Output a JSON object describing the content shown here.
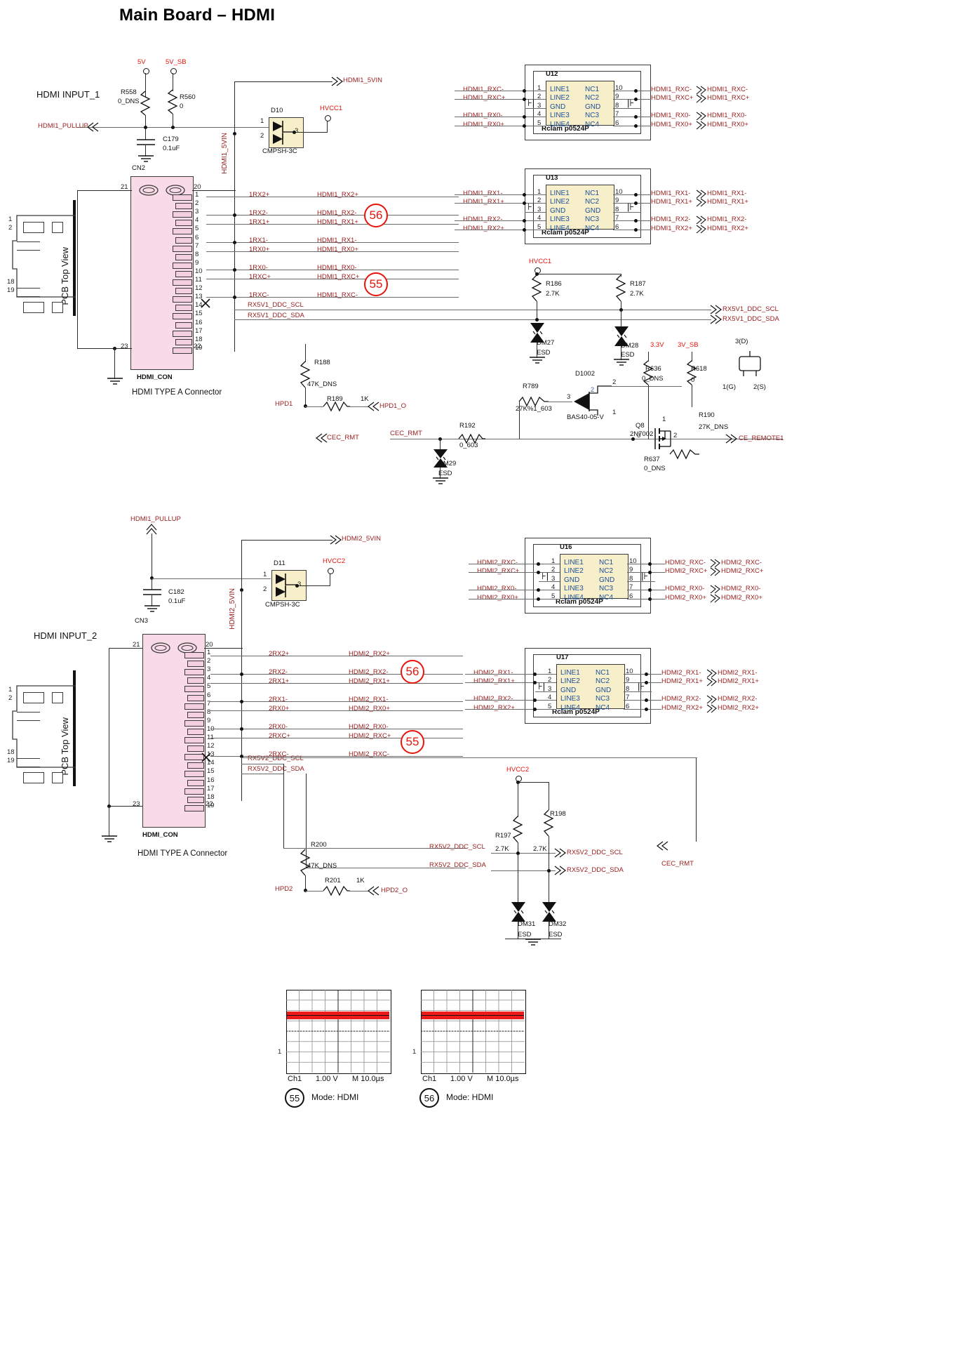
{
  "page": {
    "title": "Main Board – HDMI"
  },
  "sections": [
    {
      "id": "s1",
      "label": "HDMI INPUT_1",
      "connector_ref": "CN2",
      "connector_name": "HDMI_CON",
      "connector_caption": "HDMI TYPE A Connector",
      "pcb_view": "PCB Top View"
    },
    {
      "id": "s2",
      "label": "HDMI INPUT_2",
      "connector_ref": "CN3",
      "connector_name": "HDMI_CON",
      "connector_caption": "HDMI TYPE A Connector",
      "pcb_view": "PCB Top View"
    }
  ],
  "circuit1": {
    "rails": [
      {
        "name": "5V"
      },
      {
        "name": "5V_SB"
      },
      {
        "name": "HVCC1"
      },
      {
        "name": "3.3V"
      },
      {
        "name": "3V_SB"
      }
    ],
    "resistors": [
      {
        "ref": "R558",
        "value": "0_DNS"
      },
      {
        "ref": "R560",
        "value": "0"
      },
      {
        "ref": "R188",
        "value": "47K_DNS"
      },
      {
        "ref": "R189",
        "value": "1K"
      },
      {
        "ref": "R186",
        "value": "2.7K"
      },
      {
        "ref": "R187",
        "value": "2.7K"
      },
      {
        "ref": "R789",
        "value": "27K%1_603"
      },
      {
        "ref": "R192",
        "value": "0_603"
      },
      {
        "ref": "R636",
        "value": "0_DNS"
      },
      {
        "ref": "R618",
        "value": "0"
      },
      {
        "ref": "R190",
        "value": "27K_DNS"
      },
      {
        "ref": "R637",
        "value": "0_DNS"
      }
    ],
    "caps": [
      {
        "ref": "C179",
        "value": "0.1uF"
      }
    ],
    "diodes": [
      {
        "ref": "D10",
        "part": "CMPSH-3C",
        "pins": [
          "1",
          "2",
          "3"
        ]
      },
      {
        "ref": "DM27",
        "part": "ESD"
      },
      {
        "ref": "DM28",
        "part": "ESD"
      },
      {
        "ref": "DM29",
        "part": "ESD"
      },
      {
        "ref": "D1002",
        "part": "BAS40-05-V",
        "pins": [
          "1",
          "2",
          "3"
        ]
      }
    ],
    "transistor": {
      "ref": "Q8",
      "part": "2N7002",
      "pins": [
        "1",
        "2",
        "3"
      ]
    },
    "sot23": {
      "pins": [
        "3(D)",
        "1(G)",
        "2(S)"
      ]
    },
    "filters": [
      {
        "ref": "U12",
        "part": "Rclam p0524P",
        "left_pins": [
          "1",
          "2",
          "3",
          "4",
          "5"
        ],
        "right_pins": [
          "10",
          "9",
          "8",
          "7",
          "6"
        ],
        "left_names": [
          "LINE1",
          "LINE2",
          "GND",
          "LINE3",
          "LINE4"
        ],
        "right_names": [
          "NC1",
          "NC2",
          "GND",
          "NC3",
          "NC4"
        ],
        "in_labels": [
          "HDMI1_RXC-",
          "HDMI1_RXC+",
          "HDMI1_RX0-",
          "HDMI1_RX0+"
        ],
        "out_labels": [
          "HDMI1_RXC-",
          "HDMI1_RXC+",
          "HDMI1_RX0-",
          "HDMI1_RX0+"
        ],
        "net_labels": [
          "HDMI1_RXC-",
          "HDMI1_RXC+",
          "HDMI1_RX0-",
          "HDMI1_RX0+"
        ]
      },
      {
        "ref": "U13",
        "part": "Rclam p0524P",
        "left_pins": [
          "1",
          "2",
          "3",
          "4",
          "5"
        ],
        "right_pins": [
          "10",
          "9",
          "8",
          "7",
          "6"
        ],
        "left_names": [
          "LINE1",
          "LINE2",
          "GND",
          "LINE3",
          "LINE4"
        ],
        "right_names": [
          "NC1",
          "NC2",
          "GND",
          "NC3",
          "NC4"
        ],
        "in_labels": [
          "HDMI1_RX1-",
          "HDMI1_RX1+",
          "HDMI1_RX2-",
          "HDMI1_RX2+"
        ],
        "out_labels": [
          "HDMI1_RX1-",
          "HDMI1_RX1+",
          "HDMI1_RX2-",
          "HDMI1_RX2+"
        ],
        "net_labels": [
          "HDMI1_RX1-",
          "HDMI1_RX1+",
          "HDMI1_RX2-",
          "HDMI1_RX2+"
        ]
      }
    ],
    "connector_pins": [
      "1",
      "2",
      "3",
      "4",
      "5",
      "6",
      "7",
      "8",
      "9",
      "10",
      "11",
      "12",
      "13",
      "14",
      "15",
      "16",
      "17",
      "18",
      "19",
      "20",
      "21",
      "22",
      "23"
    ],
    "pin_nets_left": [
      "1RX2+",
      "1RX2-",
      "1RX1+",
      "1RX1-",
      "1RX0+",
      "1RX0-",
      "1RXC+",
      "1RXC-"
    ],
    "pin_nets_right": [
      "HDMI1_RX2+",
      "HDMI1_RX2-",
      "HDMI1_RX1+",
      "HDMI1_RX1-",
      "HDMI1_RX0+",
      "HDMI1_RX0-",
      "HDMI1_RXC+",
      "HDMI1_RXC-"
    ],
    "ddc": [
      "RX5V1_DDC_SCL",
      "RX5V1_DDC_SDA"
    ],
    "ddc_out": [
      "RX5V1_DDC_SCL",
      "RX5V1_DDC_SDA"
    ],
    "ports": [
      {
        "name": "HDMI1_PULLUP",
        "dir": "in"
      },
      {
        "name": "HDMI1_5VIN",
        "dir": "out"
      },
      {
        "name": "HDMI1_5VIN",
        "dir": "net"
      },
      {
        "name": "HPD1",
        "dir": "net"
      },
      {
        "name": "HPD1_O",
        "dir": "in"
      },
      {
        "name": "CEC_RMT",
        "dir": "in"
      },
      {
        "name": "CEC_RMT",
        "dir": "net"
      },
      {
        "name": "CE_REMOTE1",
        "dir": "out"
      }
    ],
    "callouts": [
      "56",
      "55"
    ]
  },
  "circuit2": {
    "rails": [
      {
        "name": "HVCC2"
      }
    ],
    "resistors": [
      {
        "ref": "R200",
        "value": "47K_DNS"
      },
      {
        "ref": "R201",
        "value": "1K"
      },
      {
        "ref": "R197",
        "value": "2.7K"
      },
      {
        "ref": "R198",
        "value": "2.7K"
      }
    ],
    "caps": [
      {
        "ref": "C182",
        "value": "0.1uF"
      }
    ],
    "diodes": [
      {
        "ref": "D11",
        "part": "CMPSH-3C",
        "pins": [
          "1",
          "2",
          "3"
        ]
      },
      {
        "ref": "DM31",
        "part": "ESD"
      },
      {
        "ref": "DM32",
        "part": "ESD"
      }
    ],
    "filters": [
      {
        "ref": "U16",
        "part": "Rclam p0524P",
        "left_pins": [
          "1",
          "2",
          "3",
          "4",
          "5"
        ],
        "right_pins": [
          "10",
          "9",
          "8",
          "7",
          "6"
        ],
        "left_names": [
          "LINE1",
          "LINE2",
          "GND",
          "LINE3",
          "LINE4"
        ],
        "right_names": [
          "NC1",
          "NC2",
          "GND",
          "NC3",
          "NC4"
        ],
        "in_labels": [
          "HDMI2_RXC-",
          "HDMI2_RXC+",
          "HDMI2_RX0-",
          "HDMI2_RX0+"
        ],
        "out_labels": [
          "HDMI2_RXC-",
          "HDMI2_RXC+",
          "HDMI2_RX0-",
          "HDMI2_RX0+"
        ],
        "net_labels": [
          "HDMI2_RXC-",
          "HDMI2_RXC+",
          "HDMI2_RX0-",
          "HDMI2_RX0+"
        ]
      },
      {
        "ref": "U17",
        "part": "Rclam p0524P",
        "left_pins": [
          "1",
          "2",
          "3",
          "4",
          "5"
        ],
        "right_pins": [
          "10",
          "9",
          "8",
          "7",
          "6"
        ],
        "left_names": [
          "LINE1",
          "LINE2",
          "GND",
          "LINE3",
          "LINE4"
        ],
        "right_names": [
          "NC1",
          "NC2",
          "GND",
          "NC3",
          "NC4"
        ],
        "in_labels": [
          "HDMI2_RX1-",
          "HDMI2_RX1+",
          "HDMI2_RX2-",
          "HDMI2_RX2+"
        ],
        "out_labels": [
          "HDMI2_RX1-",
          "HDMI2_RX1+",
          "HDMI2_RX2-",
          "HDMI2_RX2+"
        ],
        "net_labels": [
          "HDMI2_RX1-",
          "HDMI2_RX1+",
          "HDMI2_RX2-",
          "HDMI2_RX2+"
        ]
      }
    ],
    "pin_nets_left": [
      "2RX2+",
      "2RX2-",
      "2RX1+",
      "2RX1-",
      "2RX0+",
      "2RX0-",
      "2RXC+",
      "2RXC-"
    ],
    "pin_nets_right": [
      "HDMI2_RX2+",
      "HDMI2_RX2-",
      "HDMI2_RX1+",
      "HDMI2_RX1-",
      "HDMI2_RX0+",
      "HDMI2_RX0-",
      "HDMI2_RXC+",
      "HDMI2_RXC-"
    ],
    "ddc": [
      "RX5V2_DDC_SCL",
      "RX5V2_DDC_SDA"
    ],
    "ddc_out": [
      "RX5V2_DDC_SCL",
      "RX5V2_DDC_SDA"
    ],
    "ports": [
      {
        "name": "HDMI1_PULLUP",
        "dir": "in"
      },
      {
        "name": "HDMI2_5VIN",
        "dir": "out"
      },
      {
        "name": "HDMI2_5VIN",
        "dir": "net"
      },
      {
        "name": "HPD2",
        "dir": "net"
      },
      {
        "name": "HPD2_O",
        "dir": "in"
      },
      {
        "name": "CEC_RMT",
        "dir": "in"
      }
    ],
    "callouts": [
      "56",
      "55"
    ]
  },
  "scopes": [
    {
      "id": "55",
      "ch": "Ch1",
      "volts": "1.00 V",
      "time": "M 10.0µs",
      "marker": "1",
      "mode": "Mode: HDMI",
      "trace": "flat-noisy-band"
    },
    {
      "id": "56",
      "ch": "Ch1",
      "volts": "1.00 V",
      "time": "M 10.0µs",
      "marker": "1",
      "mode": "Mode: HDMI",
      "trace": "flat-noisy-band"
    }
  ]
}
